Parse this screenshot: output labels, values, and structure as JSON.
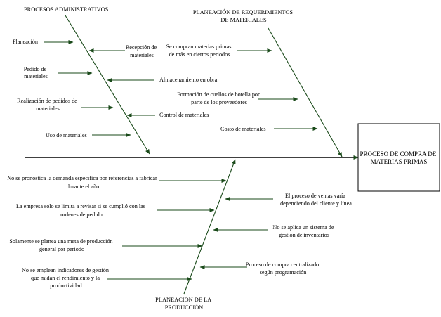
{
  "diagram": {
    "categories": {
      "admin": "PROCESOS ADMINISTRATIVOS",
      "req": [
        "PLANEACIÓN DE REQUERIMIENTOS",
        "DE MATERIALES"
      ],
      "prod": [
        "PLANEACIÓN DE LA",
        "PRODUCCIÓN"
      ]
    },
    "effect": [
      "PROCESO DE COMPRA DE",
      "MATERIAS PRIMAS"
    ],
    "admin_causes": {
      "planeacion": [
        "Planeación"
      ],
      "recepcion": [
        "Recepción de",
        "materiales"
      ],
      "pedido": [
        "Pedido de",
        "materiales"
      ],
      "almacenamiento": [
        "Almacenamiento en obra"
      ],
      "realizacion": [
        "Realización de pedidos de",
        "materiales"
      ],
      "control": [
        "Control de materiales"
      ],
      "uso": [
        "Uso de materiales"
      ]
    },
    "req_causes": {
      "compran": [
        "Se compran materias primas",
        "de más en ciertos periodos"
      ],
      "cuellos": [
        "Formación de cuellos de botella por",
        "parte de los proveedores"
      ],
      "costo": [
        "Costo de materiales"
      ]
    },
    "prod_causes": {
      "pronostica": [
        "No se pronostica la demanda específica por referencias a fabricar",
        "durante el año"
      ],
      "revisar": [
        "La empresa solo se limita a revisar si se cumplió con las",
        "ordenes de pedido"
      ],
      "meta": [
        "Solamente se planea una meta de producción",
        "general por periodo"
      ],
      "indicadores": [
        "No se emplean indicadores de gestión",
        "que midan el rendimiento y la",
        "productividad"
      ],
      "ventas": [
        "El proceso de ventas varía",
        "dependiendo del cliente y línea"
      ],
      "inventarios": [
        "No se aplica un sistema de",
        "gestión de inventarios"
      ],
      "centralizado": [
        "Proceso de compra centralizado",
        "según programación"
      ]
    }
  }
}
